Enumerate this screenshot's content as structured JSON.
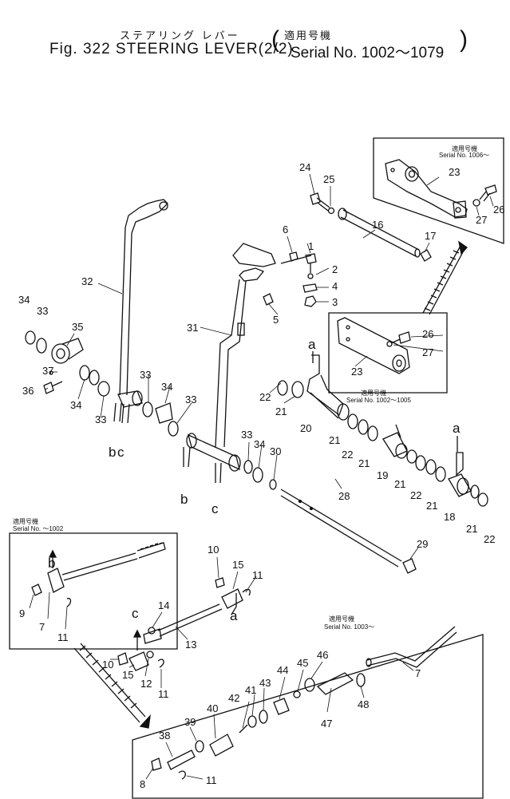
{
  "header": {
    "jp_title": "ステアリング レバー",
    "jp_applicable": "適用号機",
    "fig_title": "Fig. 322 STEERING LEVER(2/2)",
    "serial_range": "Serial No. 1002～1079"
  },
  "insets": {
    "top_right": {
      "jp": "適用号機",
      "serial": "Serial No. 1006～"
    },
    "middle": {
      "jp": "適用号機",
      "serial": "Serial No. 1002～1005"
    },
    "left": {
      "jp": "適用号機",
      "serial": "Serial No. ～1002"
    },
    "bottom": {
      "jp": "適用号機",
      "serial": "Serial No. 1003～"
    }
  },
  "callouts": [
    "1",
    "2",
    "3",
    "4",
    "5",
    "6",
    "16",
    "17",
    "23",
    "24",
    "25",
    "26",
    "27",
    "26",
    "27",
    "23",
    "31",
    "32",
    "34",
    "33",
    "35",
    "37",
    "36",
    "34",
    "33",
    "33",
    "34",
    "33",
    "33",
    "34",
    "30",
    "22",
    "21",
    "20",
    "21",
    "22",
    "21",
    "19",
    "21",
    "22",
    "21",
    "18",
    "21",
    "22",
    "28",
    "29",
    "9",
    "7",
    "11",
    "10",
    "15",
    "11",
    "14",
    "13",
    "10",
    "15",
    "12",
    "11",
    "42",
    "41",
    "43",
    "44",
    "45",
    "46",
    "47",
    "48",
    "7",
    "40",
    "39",
    "38",
    "8",
    "11"
  ],
  "letters": [
    "b",
    "c",
    "b",
    "c",
    "a",
    "a",
    "b",
    "c",
    "a"
  ]
}
